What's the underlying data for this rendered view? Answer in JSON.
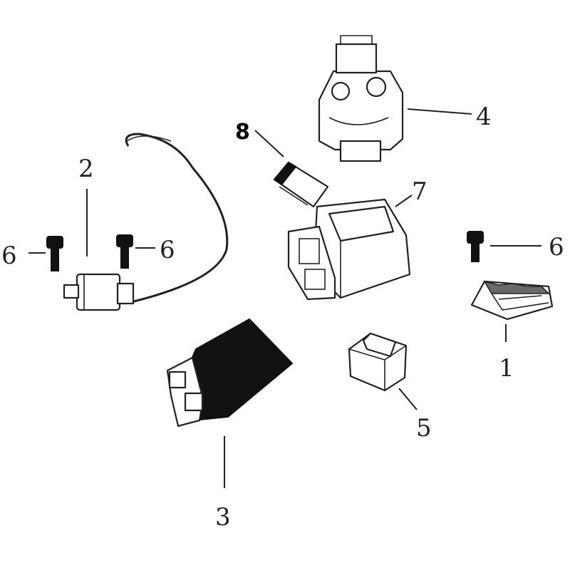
{
  "callouts": {
    "c1": "1",
    "c2": "2",
    "c3": "3",
    "c4": "4",
    "c5": "5",
    "c6a": "6",
    "c6b": "6",
    "c6c": "6",
    "c7": "7",
    "c8": "8"
  },
  "colors": {
    "line": "#222222",
    "dark_part": "#111111",
    "background": "#ffffff"
  }
}
